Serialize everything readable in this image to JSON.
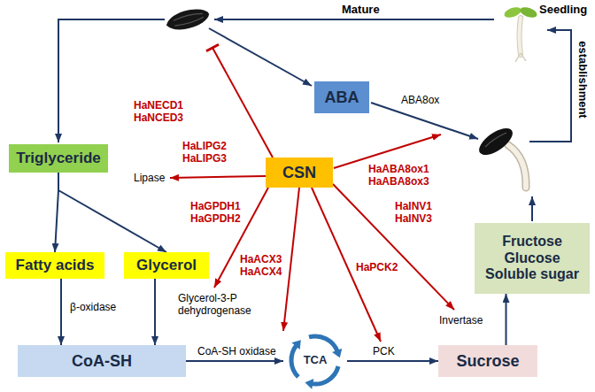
{
  "diagram": {
    "nodes": [
      {
        "text": [
          "ABA"
        ]
      },
      {
        "text": [
          "Triglyceride"
        ]
      },
      {
        "text": [
          "CSN"
        ]
      },
      {
        "text": [
          "Fructose Glucose Soluble sugar"
        ]
      },
      {
        "text": [
          "Fatty acids"
        ]
      },
      {
        "text": [
          "Glycerol"
        ]
      },
      {
        "text": [
          "CoA-SH"
        ]
      },
      {
        "text": [
          "TCA"
        ]
      },
      {
        "text": [
          "Sucrose"
        ]
      }
    ],
    "edges": [
      {
        "from": 1,
        "to": 4,
        "arrow": "to"
      },
      {
        "from": 1,
        "to": 5,
        "arrow": "to"
      },
      {
        "from": 4,
        "to": 6,
        "arrow": "to"
      },
      {
        "from": 5,
        "to": 6,
        "arrow": "to"
      },
      {
        "from": 6,
        "to": 7,
        "arrow": "to"
      },
      {
        "from": 7,
        "to": 8,
        "arrow": "to"
      },
      {
        "from": 8,
        "to": 3,
        "arrow": "to"
      }
    ],
    "labels": [
      "Mature",
      "Seedling",
      "establishment",
      "ABA8ox",
      "HaNECD1 HaNCED3",
      "HaLIPG2 HaLIPG3",
      "Lipase",
      "HaABA8ox1 HaABA8ox3",
      "HaGPDH1 HaGPDH2",
      "HaINV1 HaINV3",
      "β-oxidase",
      "HaACX3 HaACX4",
      "HaPCK2",
      "Glycerol-3-P dehydrogenase",
      "Invertase",
      "CoA-SH oxidase",
      "PCK"
    ]
  }
}
